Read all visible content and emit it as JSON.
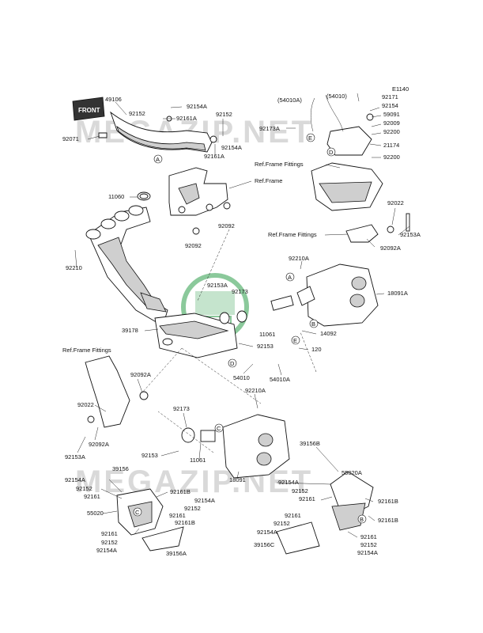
{
  "watermark": {
    "text": "MEGAZIP.NET"
  },
  "front_tag": "FRONT",
  "callouts": [
    "A",
    "A",
    "B",
    "B",
    "C",
    "C",
    "D",
    "D",
    "E",
    "E"
  ],
  "labels": [
    "E1140",
    "92171",
    "92154",
    "59091",
    "92009",
    "92200",
    "21174",
    "92200",
    "(54010A)",
    "(54010)",
    "92173A",
    "49106",
    "92152",
    "92154A",
    "92161A",
    "92071",
    "92152",
    "92154A",
    "92161A",
    "Ref.Frame Fittings",
    "Ref.Frame",
    "11060",
    "92022",
    "92153A",
    "92092",
    "92092",
    "Ref.Frame Fittings",
    "92092A",
    "92210A",
    "92210",
    "92153A",
    "92173",
    "18091A",
    "39178",
    "11061",
    "14092",
    "92153",
    "120",
    "54010",
    "54010A",
    "Ref.Frame Fittings",
    "92092A",
    "92022",
    "92092A",
    "92153A",
    "92210A",
    "92173",
    "92153",
    "11061",
    "18091",
    "39156",
    "92154A",
    "92152",
    "92161",
    "92161B",
    "92154A",
    "92152",
    "55020",
    "92161",
    "92161B",
    "92161",
    "92152",
    "92154A",
    "39156A",
    "39156B",
    "92154A",
    "92152",
    "92161",
    "55020A",
    "92161B",
    "92161",
    "92152",
    "92154A",
    "92161B",
    "92161",
    "92152",
    "92154A",
    "39156C"
  ]
}
